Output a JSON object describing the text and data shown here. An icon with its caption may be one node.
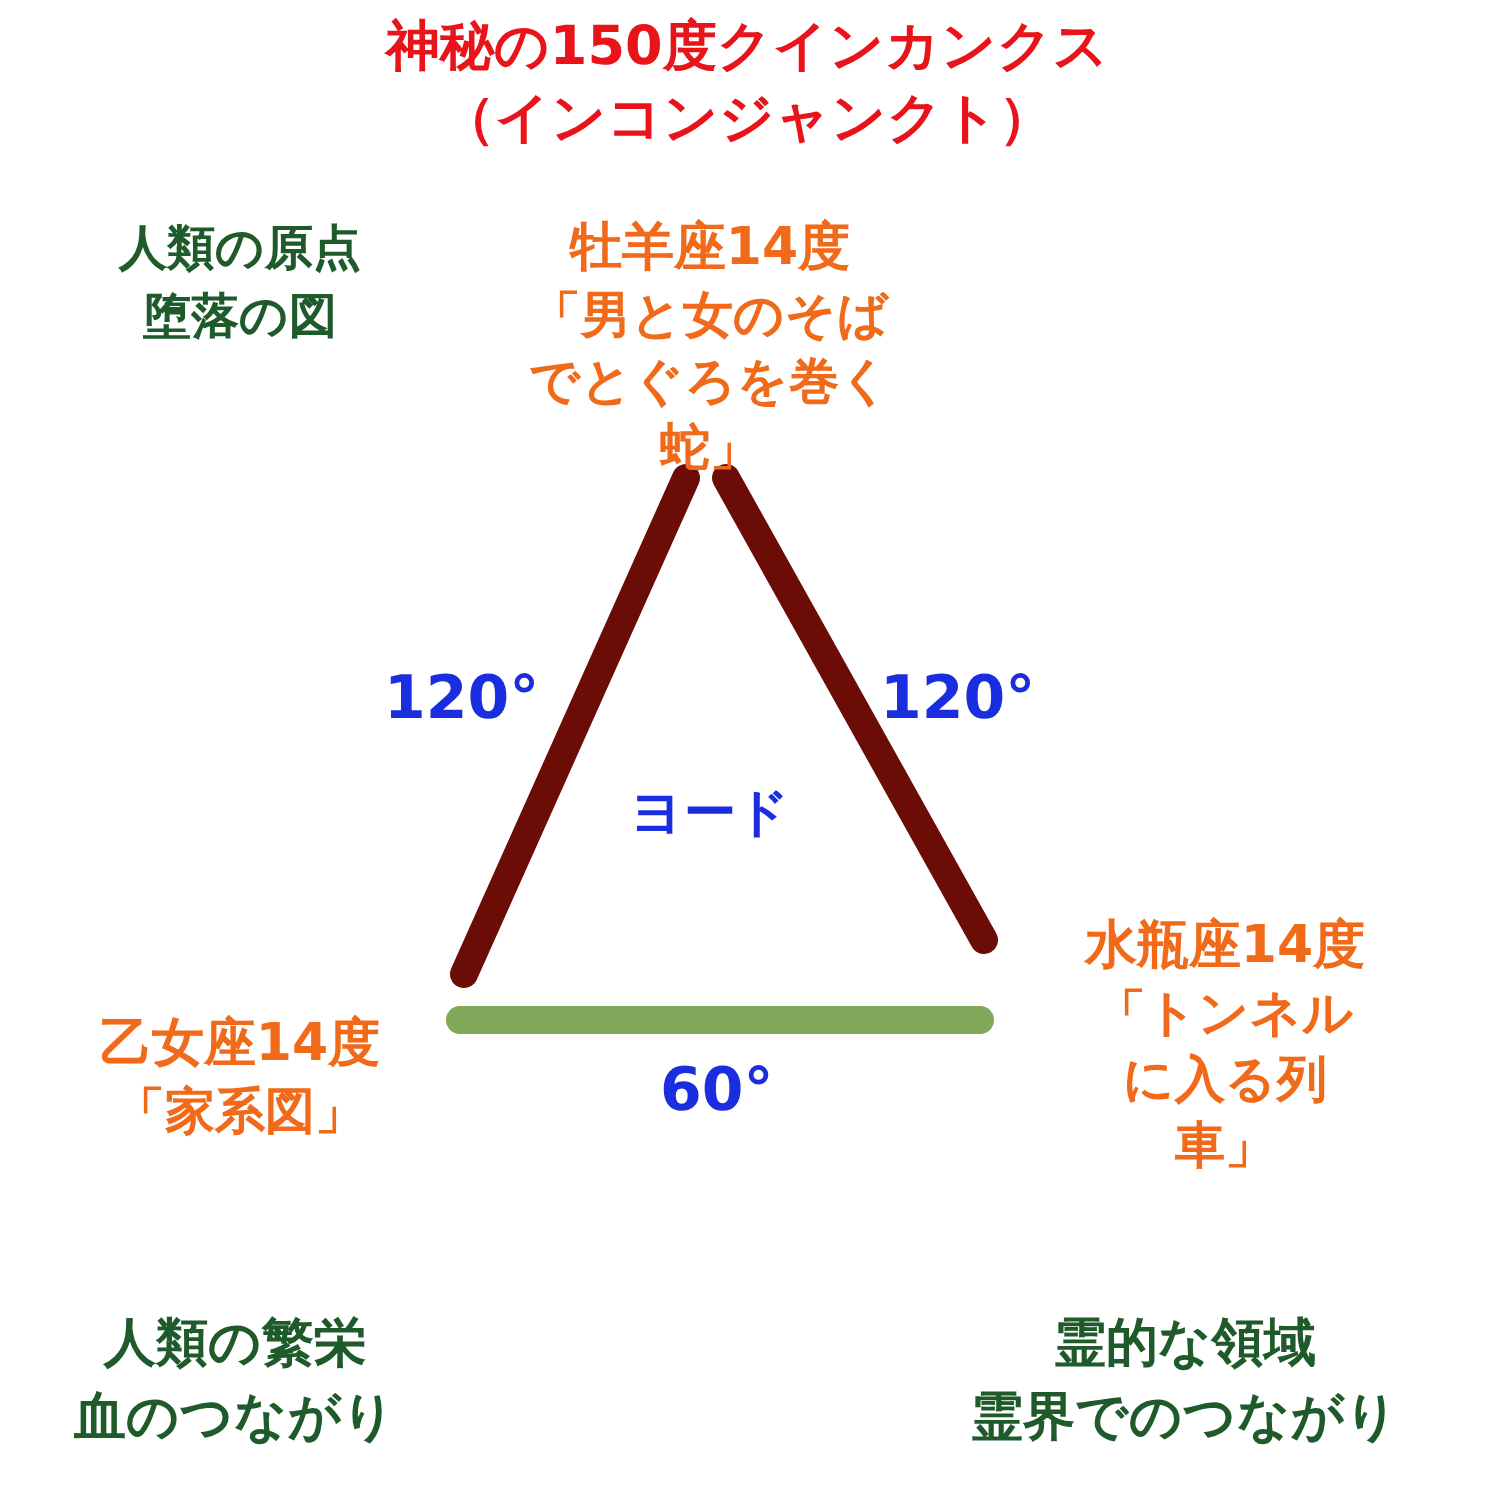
{
  "diagram": {
    "title": "神秘の150度クインカンクス（インコンジャンクト）",
    "nodes": [
      {
        "text": [
          "牡羊座14度",
          "「男と女のそばでとぐろを巻く蛇」"
        ]
      },
      {
        "text": [
          "水瓶座14度",
          "「トンネルに入る列車」"
        ]
      },
      {
        "text": [
          "乙女座14度",
          "「家系図」"
        ]
      }
    ],
    "edges": [
      {
        "from": 0,
        "to": 2,
        "arrow": "none",
        "label": "120°",
        "color": "#6b0c06"
      },
      {
        "from": 0,
        "to": 1,
        "arrow": "none",
        "label": "120°",
        "color": "#6b0c06"
      },
      {
        "from": 2,
        "to": 1,
        "arrow": "none",
        "label": "60°",
        "color": "#7fa85a"
      }
    ],
    "labels": [
      "人類の原点",
      "堕落の図",
      "ヨード",
      "人類の繁栄",
      "血のつながり",
      "霊的な領域",
      "霊界でのつながり"
    ]
  }
}
